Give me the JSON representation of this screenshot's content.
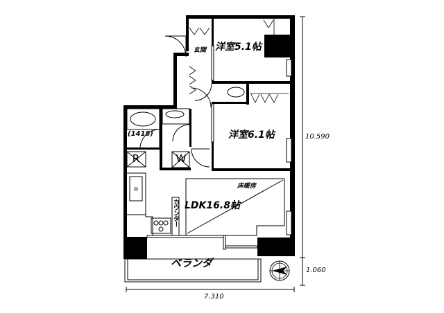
{
  "floor_plan": {
    "rooms": [
      {
        "id": "western-room-1",
        "label": "洋室5.1帖"
      },
      {
        "id": "western-room-2",
        "label": "洋室6.1帖"
      },
      {
        "id": "ldk",
        "label": "LDK16.8帖"
      },
      {
        "id": "entrance",
        "label": "玄関"
      },
      {
        "id": "balcony",
        "label": "ベランダ"
      },
      {
        "id": "bath",
        "label": "(1418)"
      }
    ],
    "annotations": {
      "floor_heating": "床暖房",
      "counter": "カウンター",
      "refrigerator": "R",
      "washer": "W"
    },
    "dimensions": {
      "width": "7.310",
      "depth_main": "10.590",
      "depth_balcony": "1.060"
    },
    "compass": {
      "icon": "north-arrow-compass",
      "direction": "west"
    },
    "colors": {
      "wall": "#000000",
      "line": "#000000",
      "background": "#ffffff",
      "window": "#ffffff"
    }
  }
}
